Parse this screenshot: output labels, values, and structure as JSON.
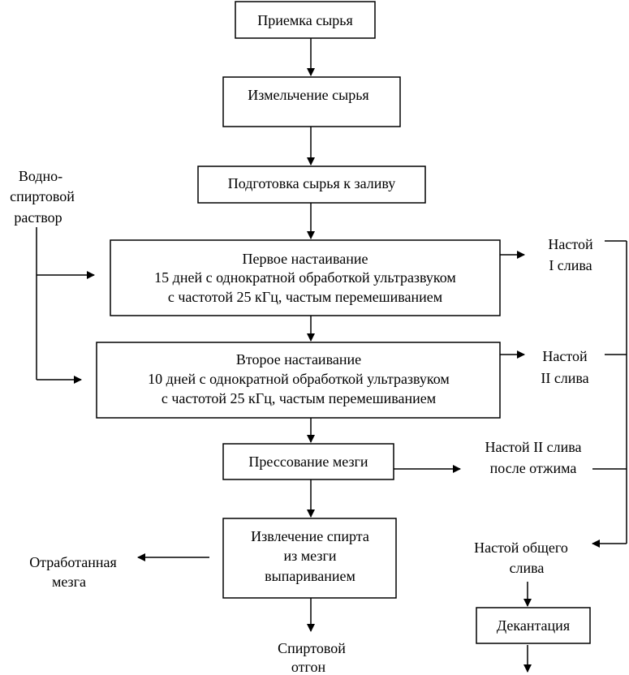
{
  "steps": {
    "receiving": "Приемка сырья",
    "grinding": "Измельчение сырья",
    "preparation": "Подготовка сырья к заливу",
    "first_infusion": {
      "line1": "Первое настаивание",
      "line2": "15 дней с однократной обработкой ультразвуком",
      "line3": "с частотой 25 кГц, частым перемешиванием"
    },
    "second_infusion": {
      "line1": "Второе настаивание",
      "line2": "10 дней с однократной обработкой ультразвуком",
      "line3": "с частотой 25 кГц, частым перемешиванием"
    },
    "pressing": "Прессование мезги",
    "extraction": {
      "line1": "Извлечение спирта",
      "line2": "из мезги",
      "line3": "выпариванием"
    },
    "decantation": "Декантация"
  },
  "labels": {
    "solvent": {
      "line1": "Водно-",
      "line2": "спиртовой",
      "line3": "раствор"
    },
    "extract1": {
      "line1": "Настой",
      "line2": "I слива"
    },
    "extract2": {
      "line1": "Настой",
      "line2": "II слива"
    },
    "extract2_pressed": {
      "line1": "Настой II слива",
      "line2": "после отжима"
    },
    "combined": {
      "line1": "Настой общего",
      "line2": "слива"
    },
    "spent_pulp": {
      "line1": "Отработанная",
      "line2": "мезга"
    },
    "alcohol_distillate": {
      "line1": "Спиртовой",
      "line2": "отгон"
    }
  }
}
